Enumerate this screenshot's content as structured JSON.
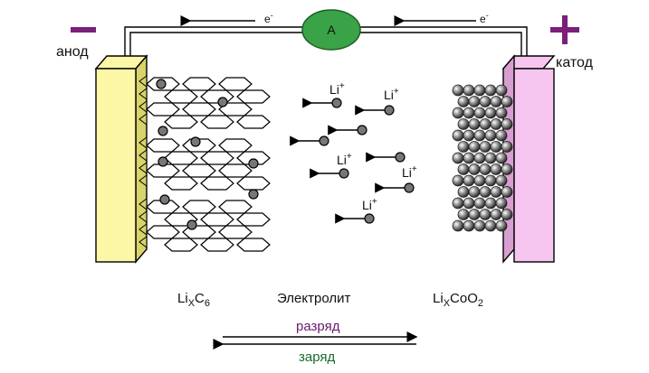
{
  "anode": {
    "sign": "—",
    "label": "анод",
    "formula_main": "Li",
    "formula_sub1": "X",
    "formula_rest": "C",
    "formula_sub2": "6"
  },
  "cathode": {
    "sign": "+",
    "label": "катод",
    "formula_main": "Li",
    "formula_sub1": "X",
    "formula_rest": "CoO",
    "formula_sub2": "2"
  },
  "ammeter": {
    "label": "A"
  },
  "electron": {
    "symbol": "e",
    "charge": "-"
  },
  "electrolyte": {
    "label": "Электролит"
  },
  "ion": {
    "symbol": "Li",
    "charge": "+"
  },
  "process": {
    "discharge": "разряд",
    "charge": "заряд"
  },
  "colors": {
    "minus": "#7a1f7a",
    "plus": "#7a1f7a",
    "anode_plate": "#fbf7a6",
    "cathode_plate": "#f7c6f0",
    "ammeter": "#3aa348",
    "discharge_text": "#6b1a6b",
    "charge_text": "#1a6b2a"
  }
}
